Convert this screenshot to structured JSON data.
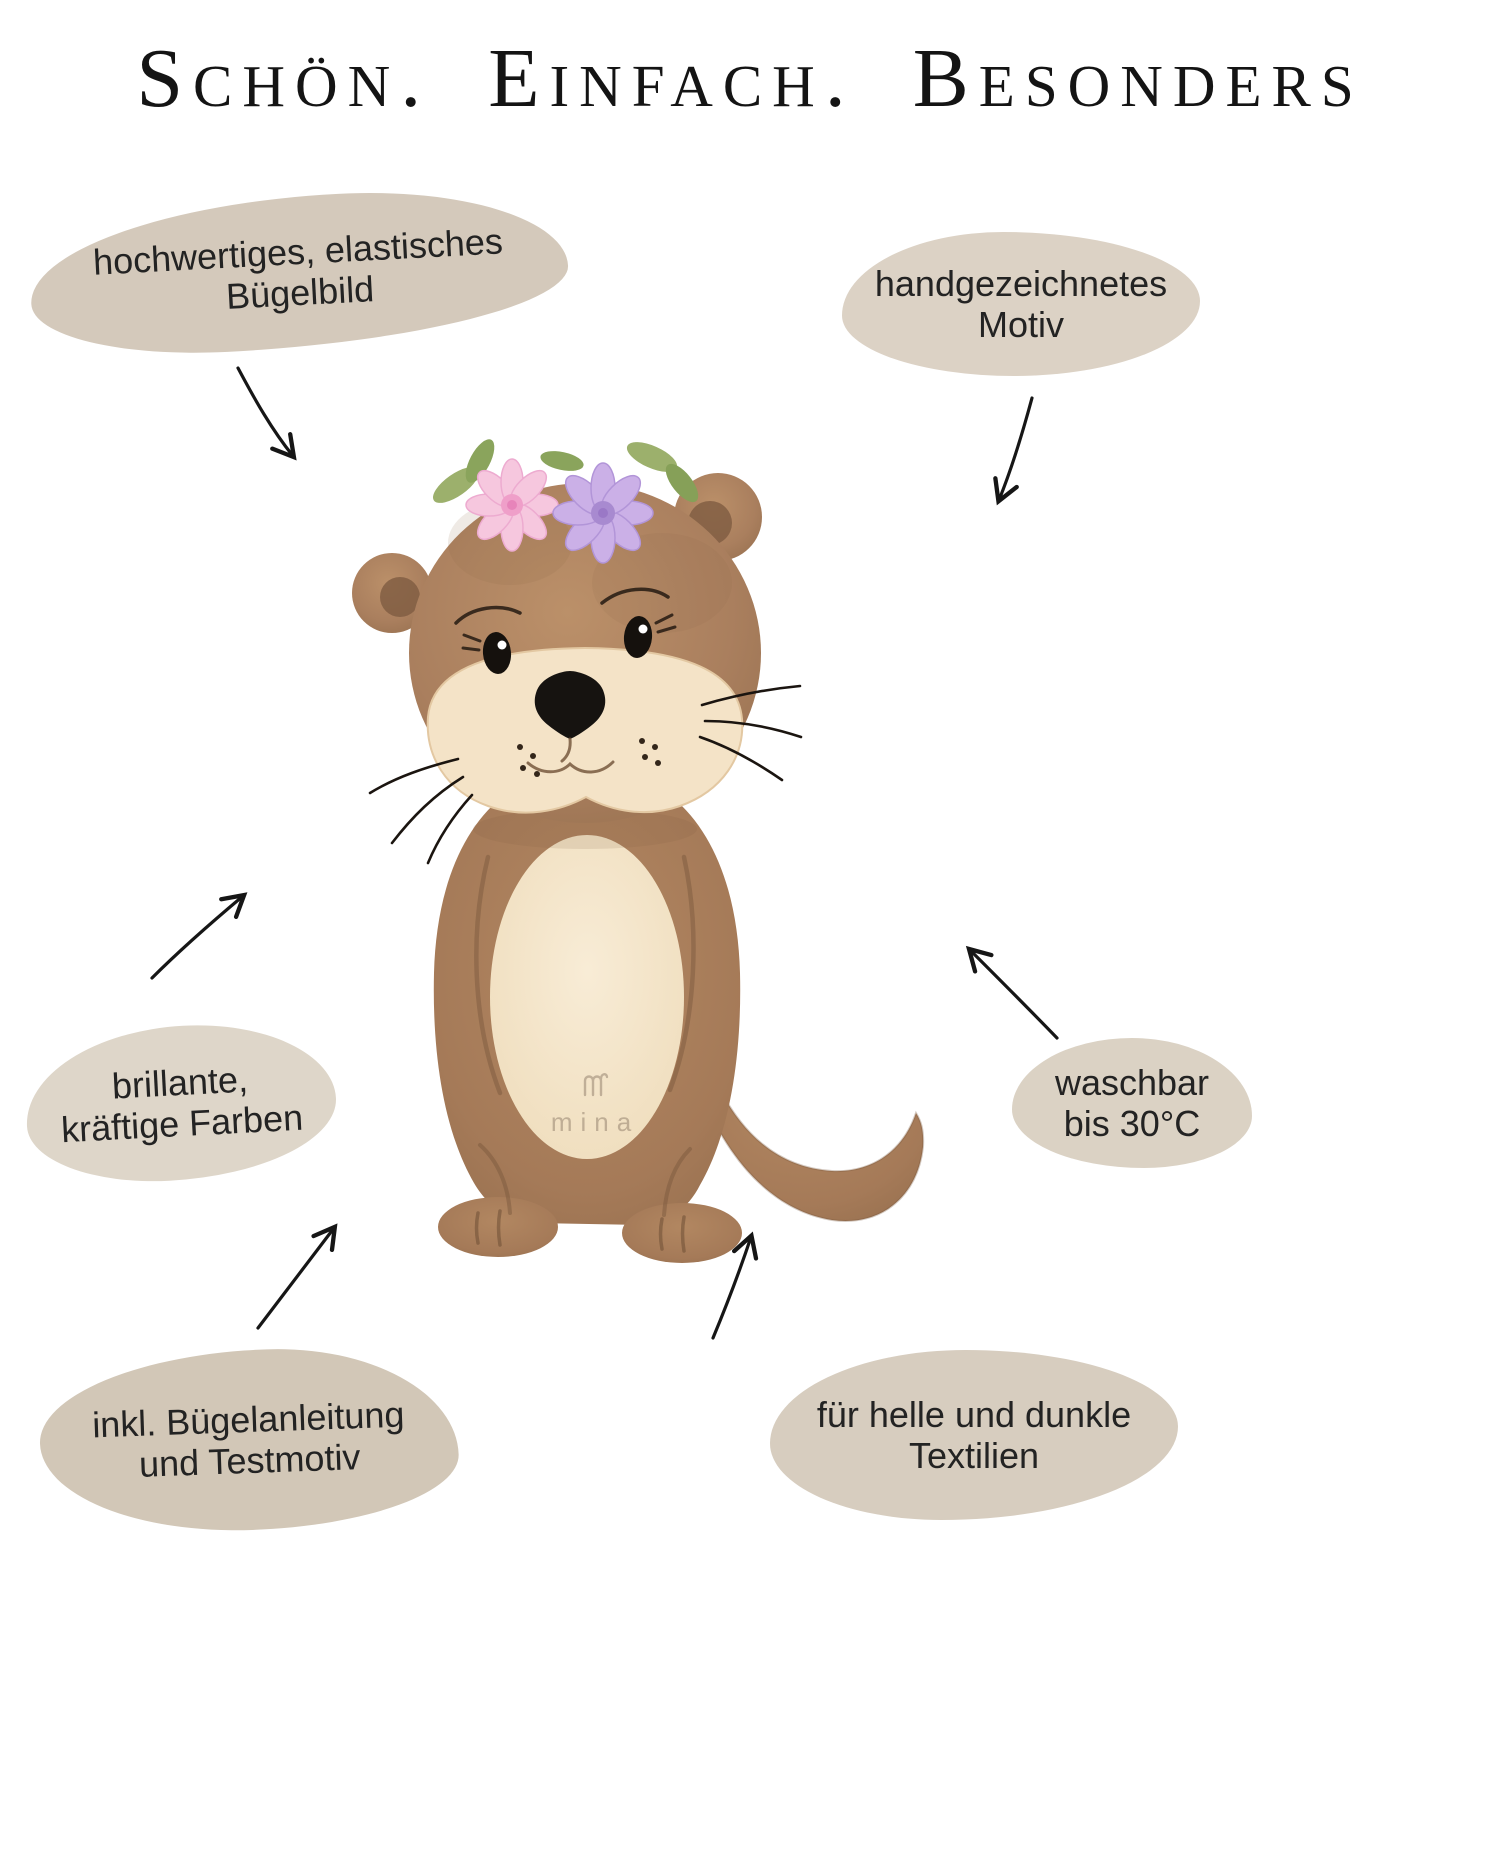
{
  "title": "Schön. Einfach. Besonders",
  "features": {
    "top_left": {
      "lines": [
        "hochwertiges, elastisches",
        "Bügelbild"
      ]
    },
    "top_right": {
      "lines": [
        "handgezeichnetes",
        "Motiv"
      ]
    },
    "mid_left": {
      "lines": [
        "brillante,",
        "kräftige Farben"
      ]
    },
    "mid_right": {
      "lines": [
        "waschbar",
        "bis 30°C"
      ]
    },
    "bottom_left": {
      "lines": [
        "inkl. Bügelanleitung",
        "und Testmotiv"
      ]
    },
    "bottom_right": {
      "lines": [
        "für helle und dunkle",
        "Textilien"
      ]
    }
  },
  "watermark": {
    "text": "mina"
  },
  "illustration": {
    "name": "otter-with-flower-crown",
    "description": "watercolor baby otter wearing a pink and purple flower crown"
  },
  "colors": {
    "background": "#ffffff",
    "blob_beige": "#d6ccbe",
    "text": "#232323",
    "ink": "#161616",
    "otter_brown": "#a87e5d",
    "otter_belly": "#f3e2c6",
    "flower_pink": "#f3bcd9",
    "flower_purple": "#c7abe3",
    "leaf_green": "#94ab64"
  }
}
